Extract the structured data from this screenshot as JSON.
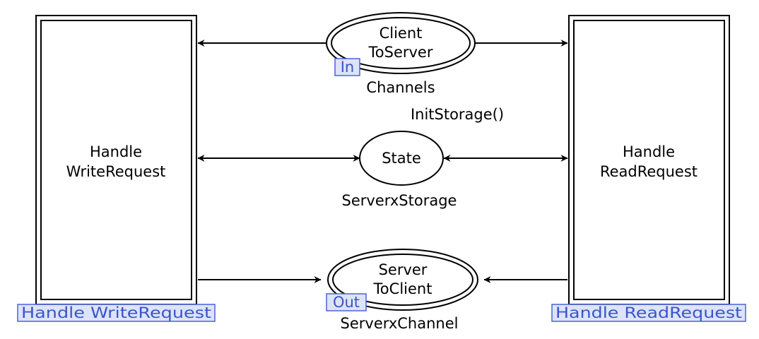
{
  "transitions": {
    "write": {
      "label_line1": "Handle",
      "label_line2": "WriteRequest",
      "subpage_tag": "Handle WriteRequest"
    },
    "read": {
      "label_line1": "Handle",
      "label_line2": "ReadRequest",
      "subpage_tag": "Handle ReadRequest"
    }
  },
  "places": {
    "client_to_server": {
      "label_line1": "Client",
      "label_line2": "ToServer",
      "port_tag": "In",
      "color_set": "Channels"
    },
    "state": {
      "label": "State",
      "initial_marking": "InitStorage()",
      "color_set": "ServerxStorage"
    },
    "server_to_client": {
      "label_line1": "Server",
      "label_line2": "ToClient",
      "port_tag": "Out",
      "color_set": "ServerxChannel"
    }
  },
  "colors": {
    "line": "#000000",
    "tag_border": "#4a64d8",
    "tag_fill": "#dde3f8",
    "tag_text": "#3b55c9"
  }
}
